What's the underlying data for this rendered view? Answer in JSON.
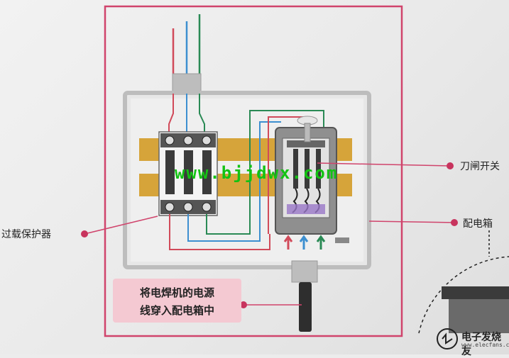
{
  "labels": {
    "overload_protector": "过载保护器",
    "knife_switch": "刀闸开关",
    "distribution_box": "配电箱"
  },
  "note": {
    "line1": "将电焊机的电源",
    "line2": "线穿入配电箱中"
  },
  "watermark": "www.bjjdwx.com",
  "logo": {
    "name": "电子发烧友",
    "url": "www.elecfans.com"
  },
  "colors": {
    "frame": "#d0446c",
    "wire_red": "#d14a5a",
    "wire_blue": "#3d8fd0",
    "wire_green": "#2a8a55",
    "rail": "#d6a43a",
    "watermark": "#13c313"
  }
}
